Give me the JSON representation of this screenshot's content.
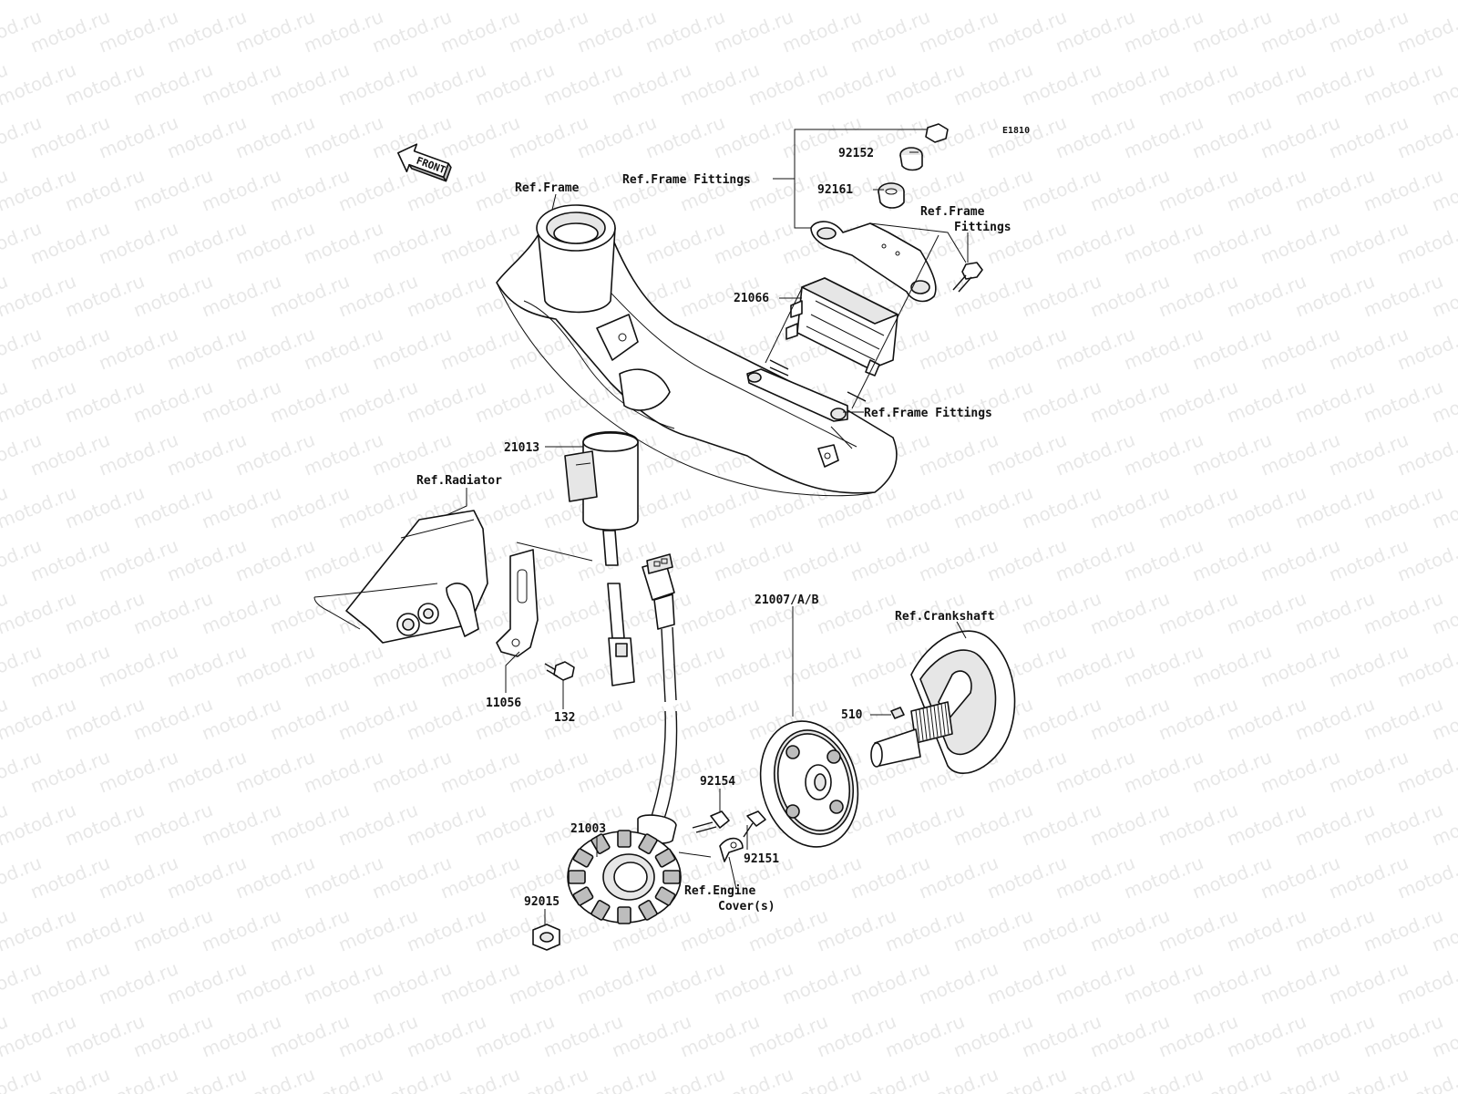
{
  "diagram": {
    "code": "E1810",
    "front_label": "FRONT",
    "watermark": "motod.ru",
    "labels": {
      "ref_frame": "Ref.Frame",
      "ref_frame_fittings_top": "Ref.Frame Fittings",
      "p92152": "92152",
      "p92161": "92161",
      "ref_frame_fittings_right_1": "Ref.Frame",
      "ref_frame_fittings_right_2": "Fittings",
      "p21066": "21066",
      "ref_frame_fittings_mid": "Ref.Frame Fittings",
      "p21013": "21013",
      "ref_radiator": "Ref.Radiator",
      "ref_crankshaft": "Ref.Crankshaft",
      "p11056": "11056",
      "p132": "132",
      "p21007": "21007/A/B",
      "p510": "510",
      "p92154": "92154",
      "p21003": "21003",
      "p92151": "92151",
      "ref_engine_cover_1": "Ref.Engine",
      "ref_engine_cover_2": "Cover(s)",
      "p92015": "92015"
    }
  }
}
